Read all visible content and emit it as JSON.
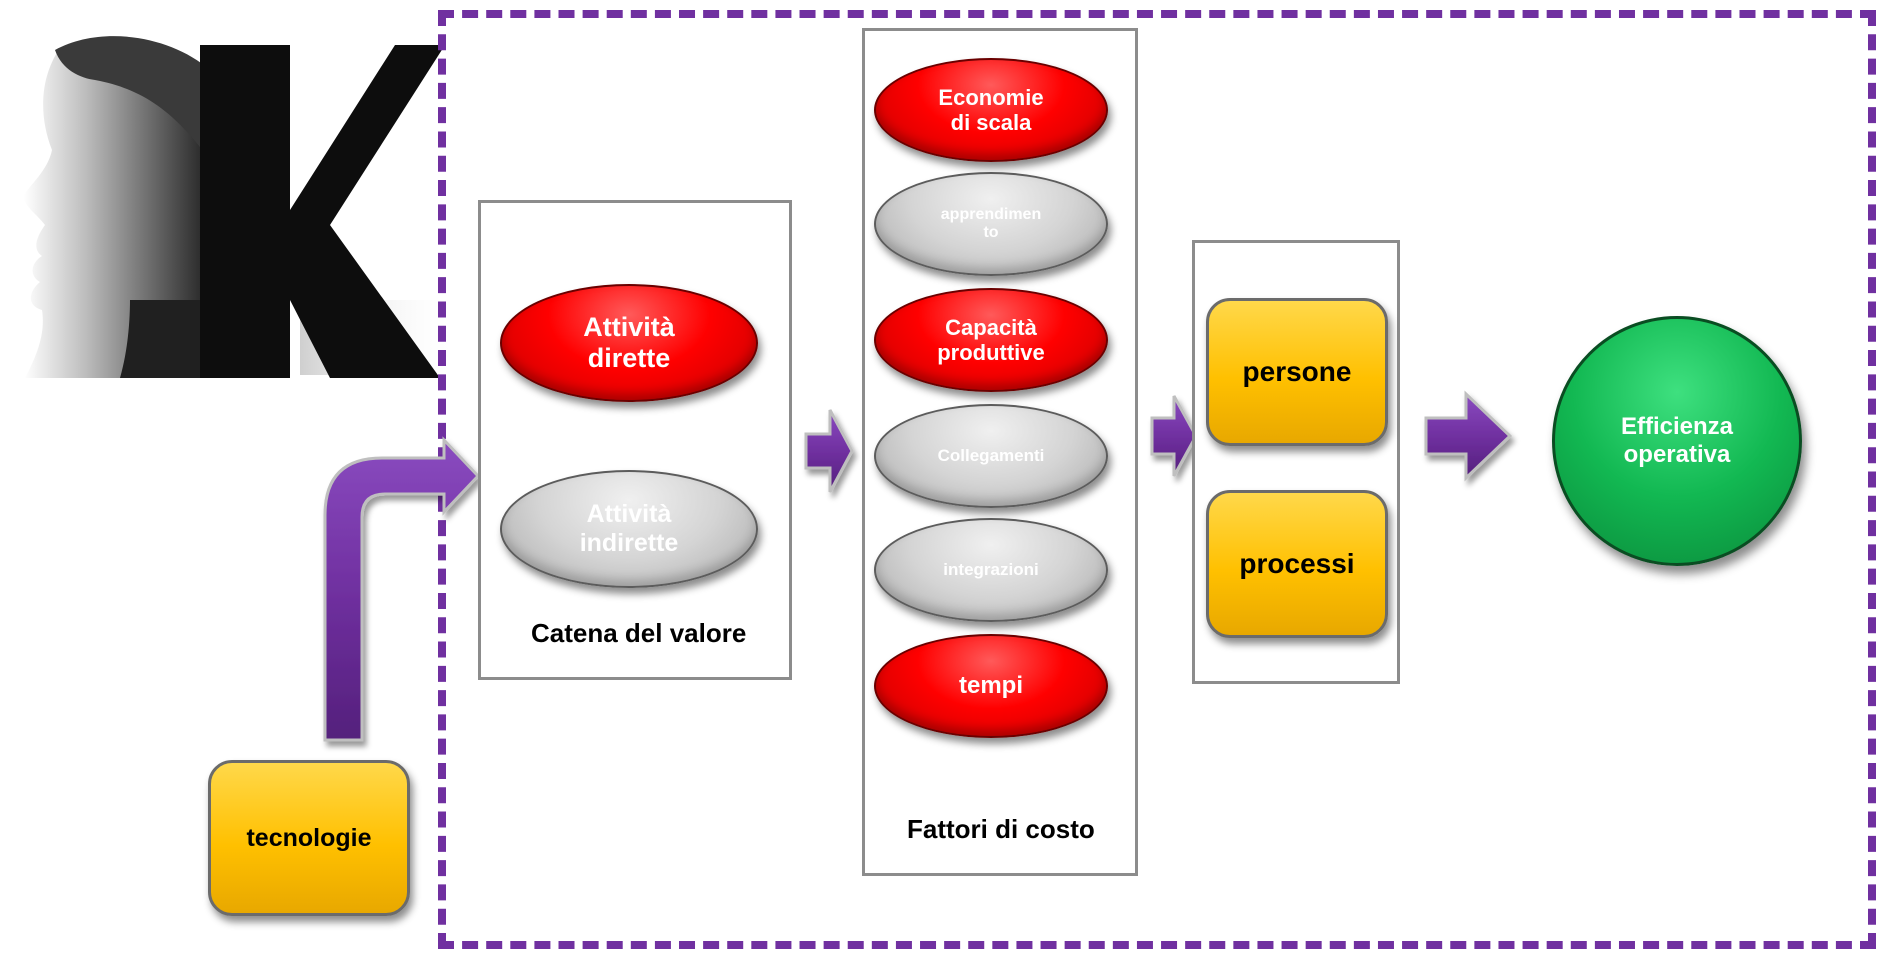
{
  "catena": {
    "caption": "Catena del valore",
    "attivita_dirette": "Attività\ndirette",
    "attivita_indirette": "Attività\nindirette"
  },
  "fattori": {
    "caption": "Fattori di costo",
    "items": [
      {
        "text": "Economie\ndi scala",
        "color": "red"
      },
      {
        "text": "apprendimen\nto",
        "color": "grey"
      },
      {
        "text": "Capacità\nproduttive",
        "color": "red"
      },
      {
        "text": "Collegamenti",
        "color": "grey"
      },
      {
        "text": "integrazioni",
        "color": "grey"
      },
      {
        "text": "tempi",
        "color": "red"
      }
    ]
  },
  "risorse": {
    "persone": "persone",
    "processi": "processi"
  },
  "tecnologie": "tecnologie",
  "risultato": "Efficienza\noperativa",
  "colors": {
    "frame": "#7030a0",
    "arrow": "#7030a0",
    "red": "#ff0000",
    "grey": "#bfbfbf",
    "yellow": "#ffc000",
    "green": "#00b050"
  },
  "logo": {
    "letter": "K"
  }
}
